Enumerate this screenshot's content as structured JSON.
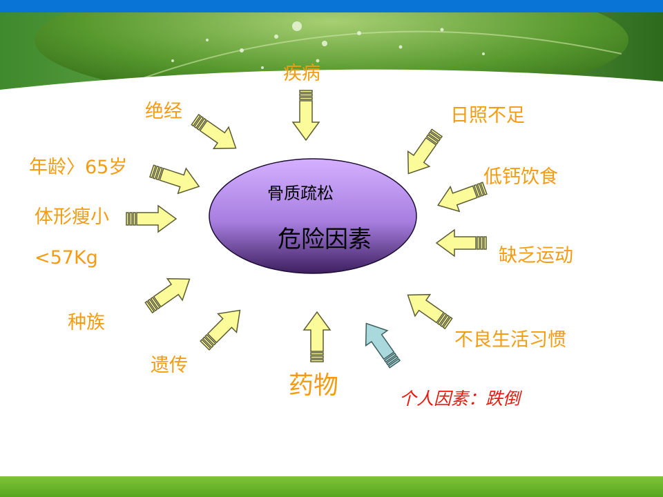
{
  "center": {
    "line1": "骨质疏松",
    "line2": "危险因素"
  },
  "factors": {
    "disease": "疾病",
    "menopause": "绝经",
    "age": "年龄〉65岁",
    "body_shape": "体形瘦小",
    "weight": "<57Kg",
    "race": "种族",
    "heredity": "遗传",
    "drug": "药物",
    "sunlight": "日照不足",
    "calcium": "低钙饮食",
    "exercise": "缺乏运动",
    "habits": "不良生活习惯"
  },
  "personal_note": "个人因素：跌倒",
  "colors": {
    "top_bar": "#0a73d6",
    "label": "#f39c12",
    "arrow_fill": "#fbfb9a",
    "arrow_stroke": "#5b5b33",
    "arrow_special": "#a9d9dc",
    "ellipse_top": "#d5b0ff",
    "ellipse_bottom": "#3d1f5e",
    "note": "#e8180e",
    "bottom_bar": "#6db42c"
  }
}
